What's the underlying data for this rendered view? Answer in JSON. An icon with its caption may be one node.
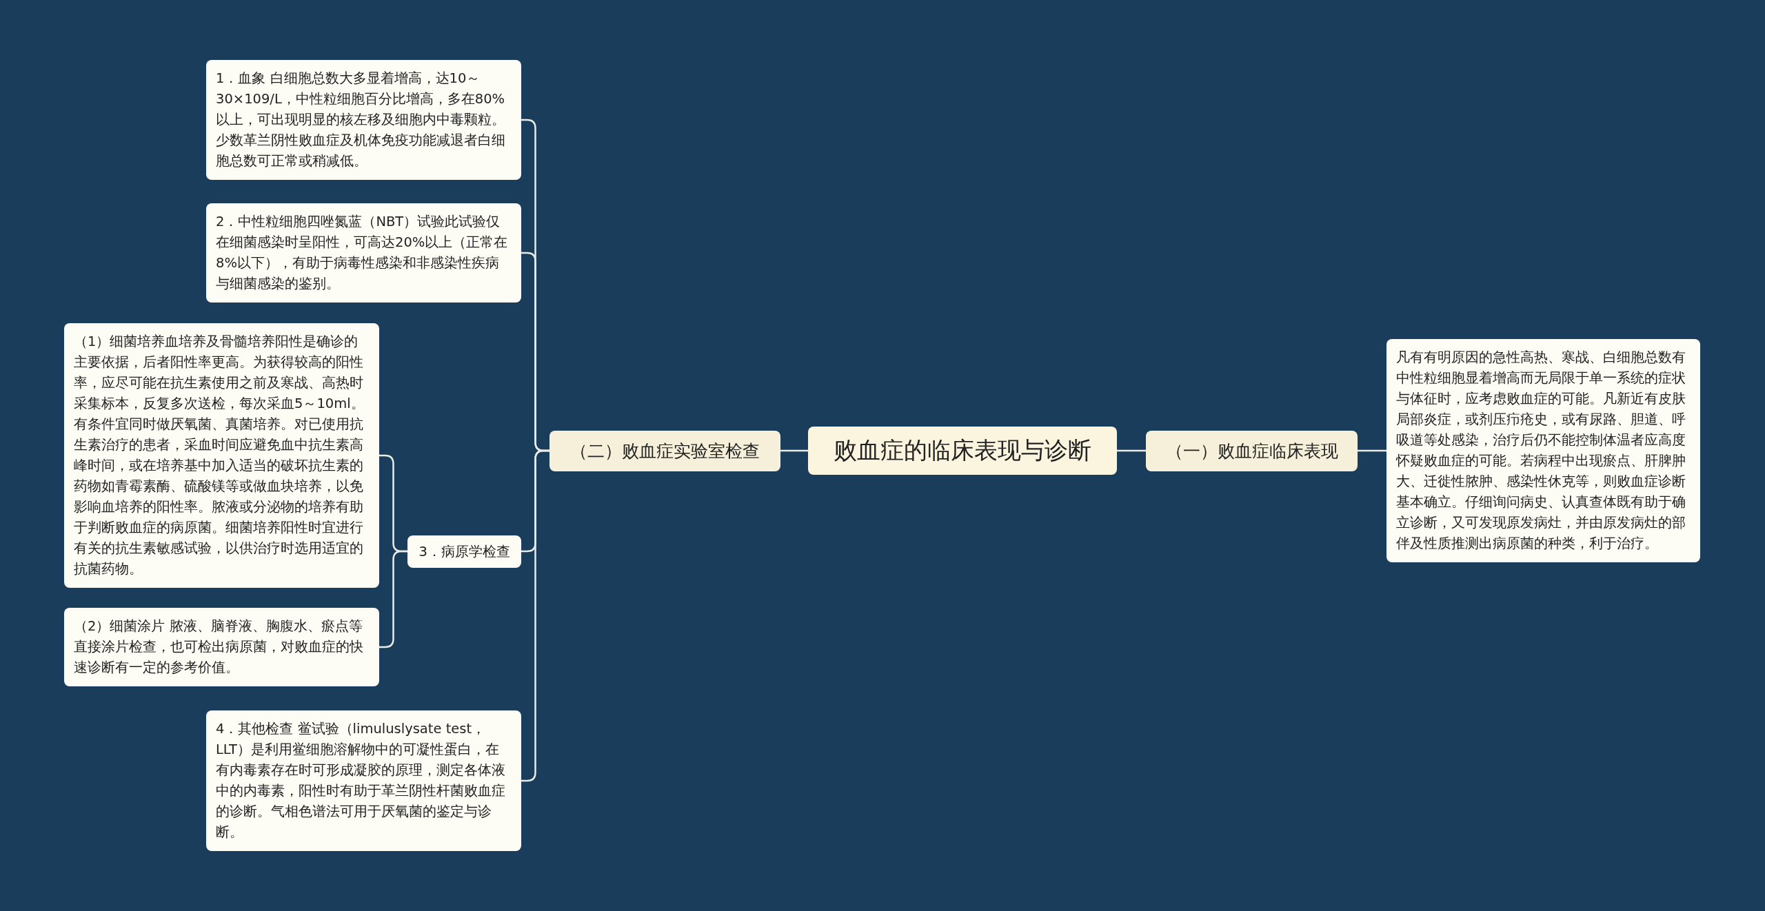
{
  "diagram": {
    "nodes": [
      {
        "text": [
          "败血症的临床表现与诊断"
        ]
      },
      {
        "text": [
          "（一）败血症临床表现"
        ]
      },
      {
        "text": [
          "凡有有明原因的急性高热、寒战、白细胞总数有中性粒细胞显着增高而无局限于单一系统的症状与体征时，应考虑败血症的可能。凡新近有皮肤局部炎症，或剂压疖疮史，或有尿路、胆道、呼吸道等处感染，治疗后仍不能控制体温者应高度怀疑败血症的可能。若病程中出现瘀点、肝脾肿大、迁徙性脓肿、感染性休克等，则败血症诊断基本确立。仔细询问病史、认真查体既有助于确立诊断，又可发现原发病灶，并由原发病灶的部伴及性质推测出病原菌的种类，利于治疗。"
        ]
      },
      {
        "text": [
          "（二）败血症实验室检查"
        ]
      },
      {
        "text": [
          "1．血象 白细胞总数大多显着增高，达10～30×109/L，中性粒细胞百分比增高，多在80%以上，可出现明显的核左移及细胞内中毒颗粒。少数革兰阴性败血症及机体免疫功能减退者白细胞总数可正常或稍减低。"
        ]
      },
      {
        "text": [
          "2．中性粒细胞四唑氮蓝（NBT）试验此试验仅在细菌感染时呈阳性，可高达20%以上（正常在8%以下），有助于病毒性感染和非感染性疾病与细菌感染的鉴别。"
        ]
      },
      {
        "text": [
          "3．病原学检查"
        ]
      },
      {
        "text": [
          "（1）细菌培养血培养及骨髓培养阳性是确诊的主要依据，后者阳性率更高。为获得较高的阳性率，应尽可能在抗生素使用之前及寒战、高热时采集标本，反复多次送检，每次采血5～10ml。有条件宜同时做厌氧菌、真菌培养。对已使用抗生素治疗的患者，采血时间应避免血中抗生素高峰时间，或在培养基中加入适当的破坏抗生素的药物如青霉素酶、硫酸镁等或做血块培养，以免影响血培养的阳性率。脓液或分泌物的培养有助于判断败血症的病原菌。细菌培养阳性时宜进行有关的抗生素敏感试验，以供治疗时选用适宜的抗菌药物。"
        ]
      },
      {
        "text": [
          "（2）细菌涂片 脓液、脑脊液、胸腹水、瘀点等直接涂片检查，也可检出病原菌，对败血症的快速诊断有一定的参考价值。"
        ]
      },
      {
        "text": [
          "4．其他检查 鲎试验（limuluslysate test，LLT）是利用鲎细胞溶解物中的可凝性蛋白，在有内毒素存在时可形成凝胶的原理，测定各体液中的内毒素，阳性时有助于革兰阴性杆菌败血症的诊断。气相色谱法可用于厌氧菌的鉴定与诊断。"
        ]
      }
    ],
    "edges": [
      {
        "from": 0,
        "to": 1,
        "arrow": "none"
      },
      {
        "from": 1,
        "to": 2,
        "arrow": "none"
      },
      {
        "from": 0,
        "to": 3,
        "arrow": "none"
      },
      {
        "from": 3,
        "to": 4,
        "arrow": "none"
      },
      {
        "from": 3,
        "to": 5,
        "arrow": "none"
      },
      {
        "from": 3,
        "to": 6,
        "arrow": "none"
      },
      {
        "from": 6,
        "to": 7,
        "arrow": "none"
      },
      {
        "from": 6,
        "to": 8,
        "arrow": "none"
      },
      {
        "from": 3,
        "to": 9,
        "arrow": "none"
      }
    ]
  }
}
